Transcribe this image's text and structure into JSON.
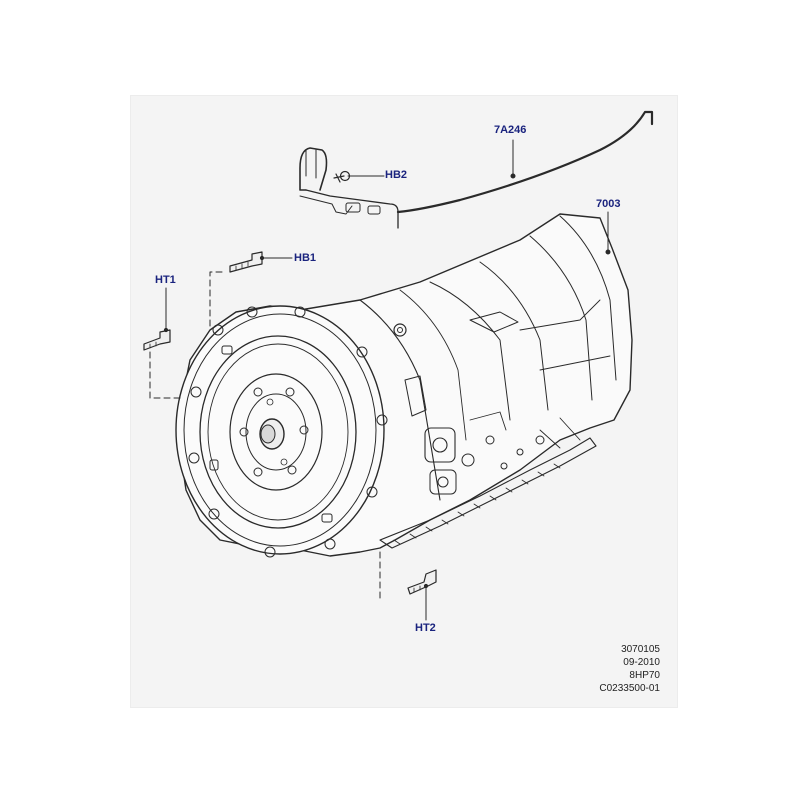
{
  "colors": {
    "callout": "#1a237e",
    "line": "#2a2a2a",
    "panel": "#f4f4f4"
  },
  "callouts": {
    "c_7a246": "7A246",
    "c_hb2": "HB2",
    "c_7003": "7003",
    "c_hb1": "HB1",
    "c_ht1": "HT1",
    "c_ht2": "HT2"
  },
  "reference": {
    "line1": "3070105",
    "line2": "09-2010",
    "line3": "8HP70",
    "line4": "C0233500-01"
  }
}
